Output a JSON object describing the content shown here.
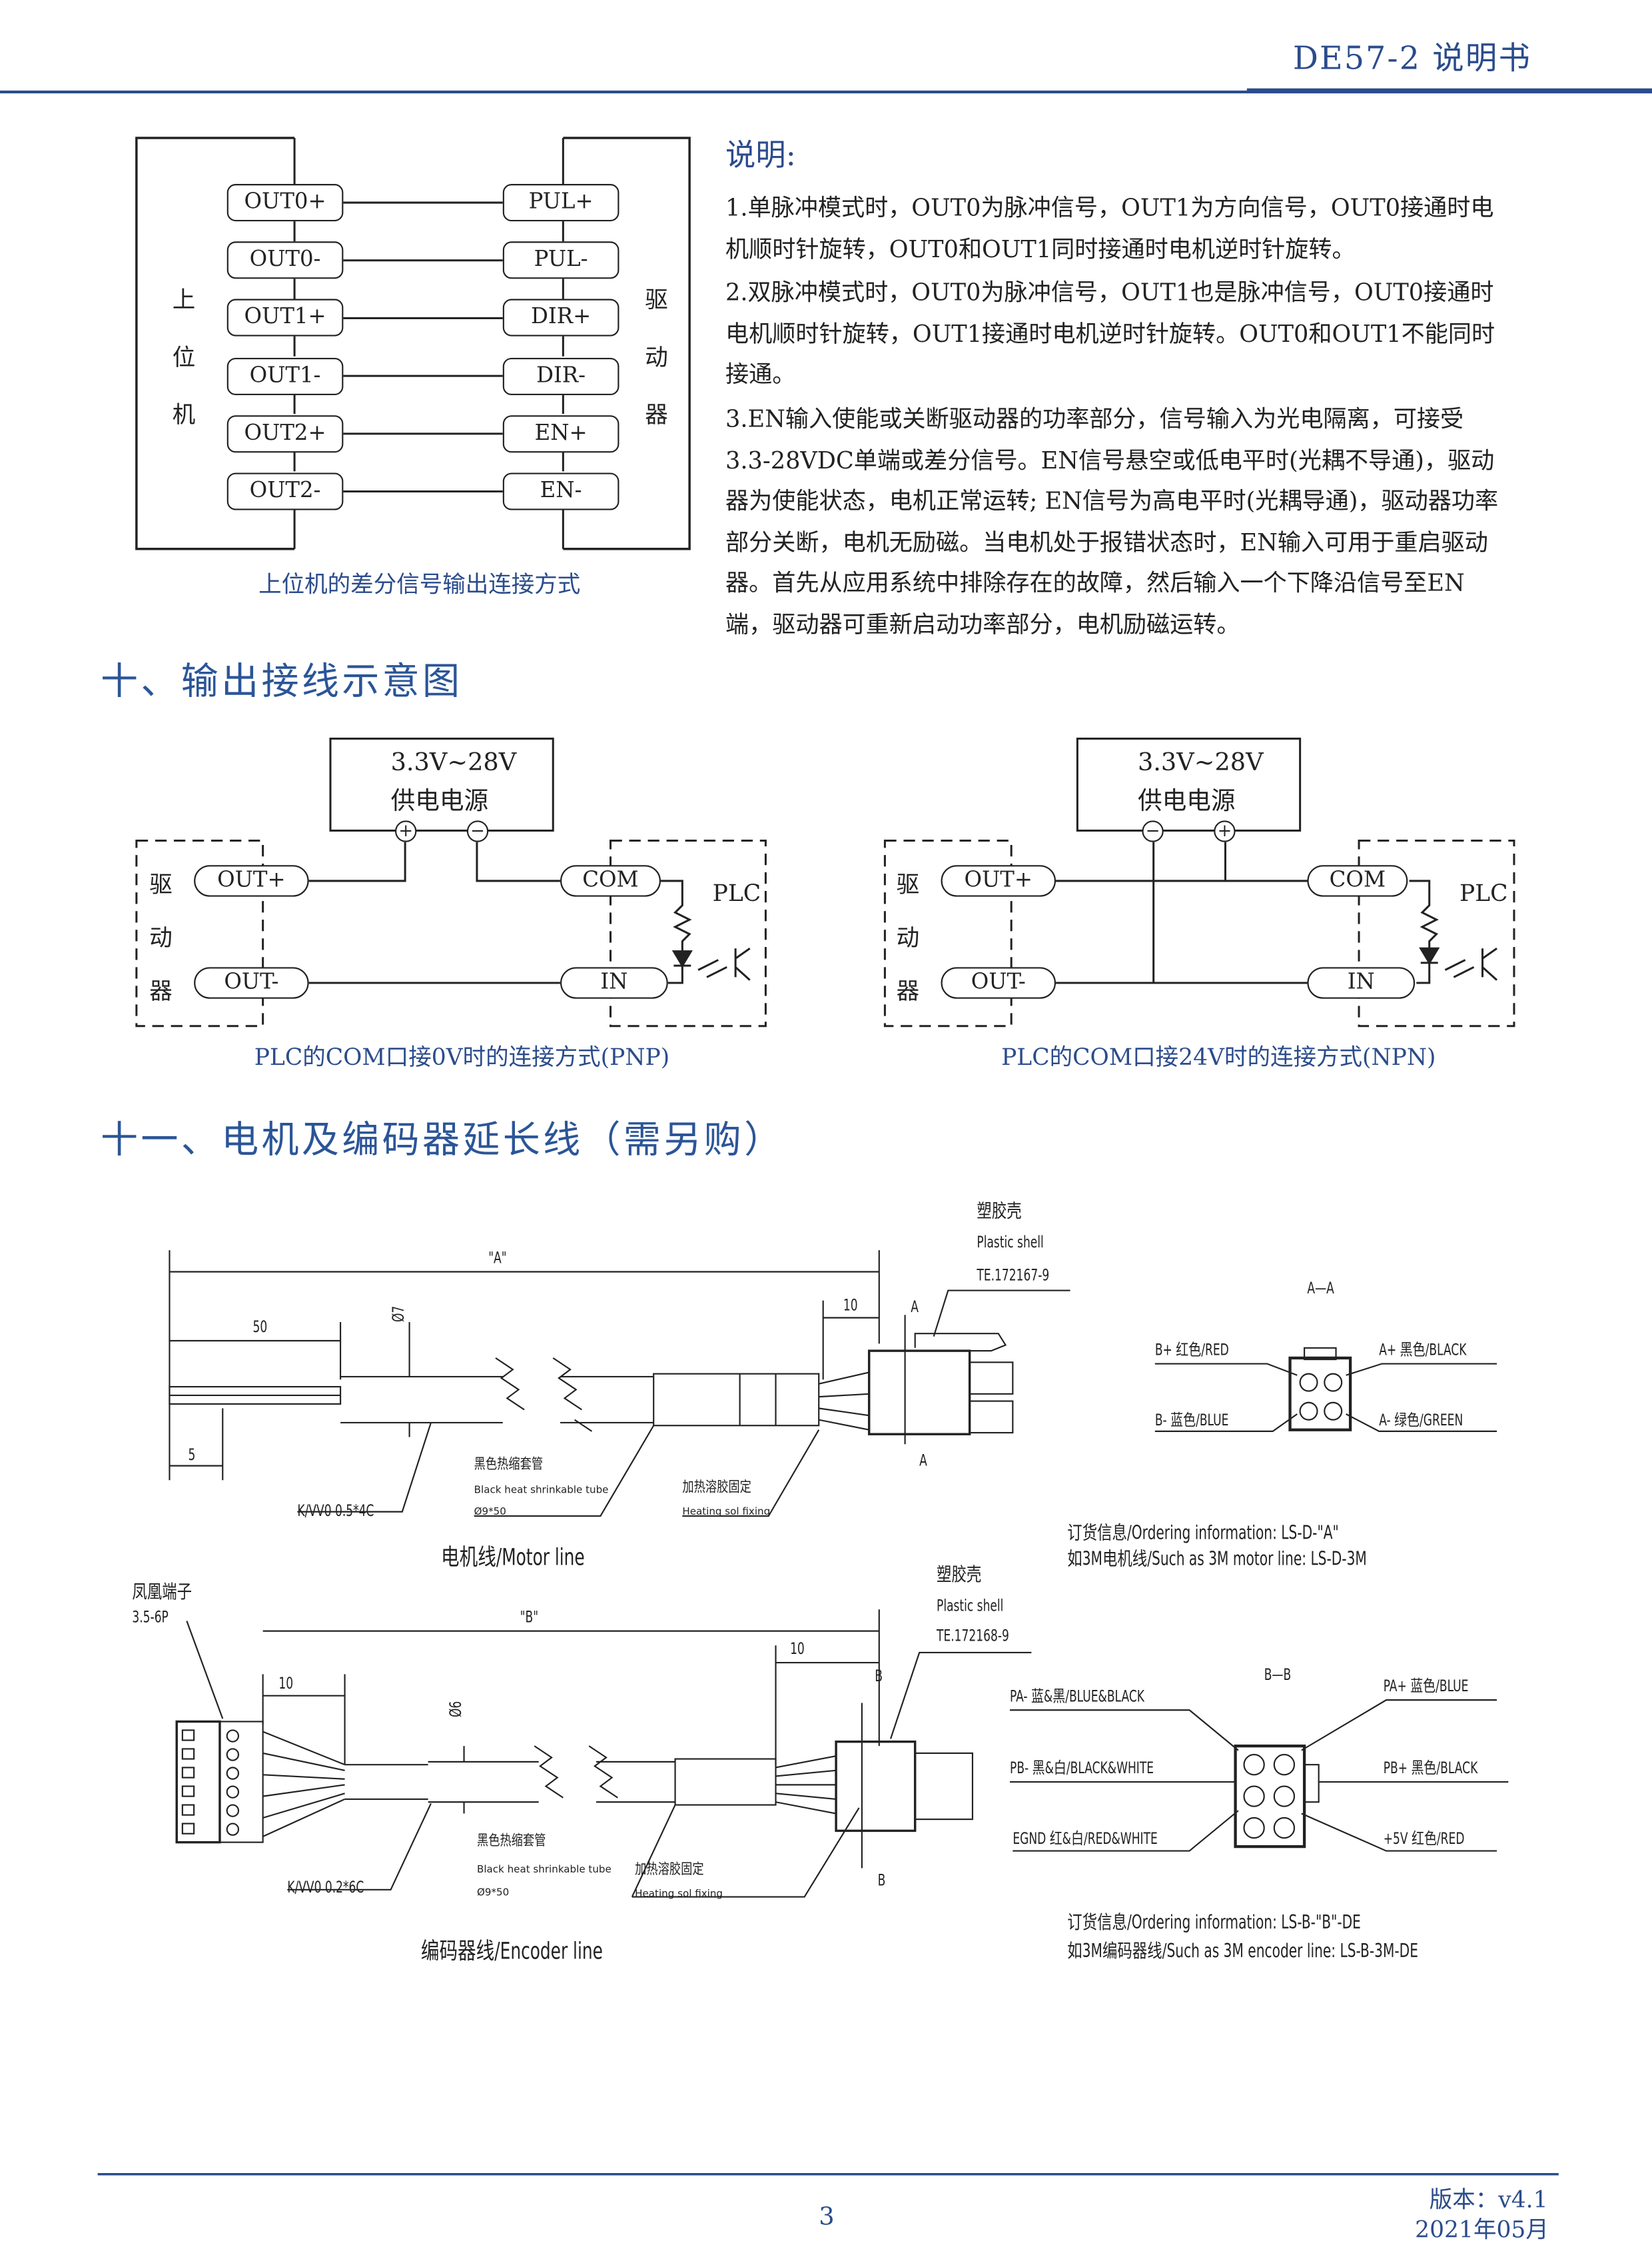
{
  "header": {
    "title": "DE57-2 说明书"
  },
  "diagram1": {
    "host_label": [
      "上",
      "位",
      "机"
    ],
    "driver_label": [
      "驱",
      "动",
      "器"
    ],
    "left_pins": [
      "OUT0+",
      "OUT0-",
      "OUT1+",
      "OUT1-",
      "OUT2+",
      "OUT2-"
    ],
    "right_pins": [
      "PUL+",
      "PUL-",
      "DIR+",
      "DIR-",
      "EN+",
      "EN-"
    ],
    "caption": "上位机的差分信号输出连接方式"
  },
  "notes": {
    "title": "说明:",
    "items": [
      "1.单脉冲模式时，OUT0为脉冲信号，OUT1为方向信号，OUT0接通时电机顺时针旋转，OUT0和OUT1同时接通时电机逆时针旋转。",
      "2.双脉冲模式时，OUT0为脉冲信号，OUT1也是脉冲信号，OUT0接通时电机顺时针旋转，OUT1接通时电机逆时针旋转。OUT0和OUT1不能同时接通。",
      "3.EN输入使能或关断驱动器的功率部分，信号输入为光电隔离，可接受3.3-28VDC单端或差分信号。EN信号悬空或低电平时(光耦不导通)，驱动器为使能状态，电机正常运转; EN信号为高电平时(光耦导通)，驱动器功率部分关断，电机无励磁。当电机处于报错状态时，EN输入可用于重启驱动器。首先从应用系统中排除存在的故障，然后输入一个下降沿信号至EN端，驱动器可重新启动功率部分，电机励磁运转。"
    ]
  },
  "section10": {
    "title": "十、输出接线示意图"
  },
  "wiring": {
    "supply_voltage": "3.3V~28V",
    "supply_label": "供电电源",
    "driver_label": [
      "驱",
      "动",
      "器"
    ],
    "out_plus": "OUT+",
    "out_minus": "OUT-",
    "com": "COM",
    "in": "IN",
    "plc": "PLC",
    "plus": "+",
    "minus": "−",
    "caption_pnp": "PLC的COM口接0V时的连接方式(PNP)",
    "caption_npn": "PLC的COM口接24V时的连接方式(NPN)"
  },
  "section11": {
    "title": "十一、电机及编码器延长线（需另购）"
  },
  "motor": {
    "dim_a": "\"A\"",
    "dim_50": "50",
    "dim_5": "5",
    "dim_10": "10",
    "dia": "Ø7",
    "sec": "A",
    "cable_spec": "K/VV0 0.5*4C",
    "tube_cn": "黑色热缩套管",
    "tube_en": "Black heat shrinkable tube",
    "tube_size": "Ø9*50",
    "fix_cn": "加热溶胶固定",
    "fix_en": "Heating sol fixing",
    "shell_cn": "塑胶壳",
    "shell_en": "Plastic shell",
    "shell_pn": "TE.172167-9",
    "title": "电机线/Motor line",
    "section_title": "A—A",
    "pins": [
      "B+ 红色/RED",
      "B- 蓝色/BLUE",
      "A+ 黑色/BLACK",
      "A- 绿色/GREEN"
    ],
    "order1": "订货信息/Ordering information: LS-D-\"A\"",
    "order2": "如3M电机线/Such as 3M motor line: LS-D-3M"
  },
  "encoder": {
    "terminal_cn": "凤凰端子",
    "terminal_pn": "3.5-6P",
    "dim_b": "\"B\"",
    "dim_10a": "10",
    "dim_10b": "10",
    "dia": "Ø6",
    "sec": "B",
    "cable_spec": "K/VV0 0.2*6C",
    "tube_cn": "黑色热缩套管",
    "tube_en": "Black heat shrinkable tube",
    "tube_size": "Ø9*50",
    "fix_cn": "加热溶胶固定",
    "fix_en": "Heating sol fixing",
    "shell_cn": "塑胶壳",
    "shell_en": "Plastic shell",
    "shell_pn": "TE.172168-9",
    "title": "编码器线/Encoder line",
    "section_title": "B—B",
    "pins": [
      "PA- 蓝&黑/BLUE&BLACK",
      "PB- 黑&白/BLACK&WHITE",
      "EGND 红&白/RED&WHITE",
      "PA+ 蓝色/BLUE",
      "PB+ 黑色/BLACK",
      "+5V 红色/RED"
    ],
    "order1": "订货信息/Ordering information: LS-B-\"B\"-DE",
    "order2": "如3M编码器线/Such as 3M encoder line: LS-B-3M-DE"
  },
  "footer": {
    "page": "3",
    "version": "版本：v4.1",
    "date": "2021年05月"
  },
  "colors": {
    "brand_blue": "#2b4c8c"
  }
}
